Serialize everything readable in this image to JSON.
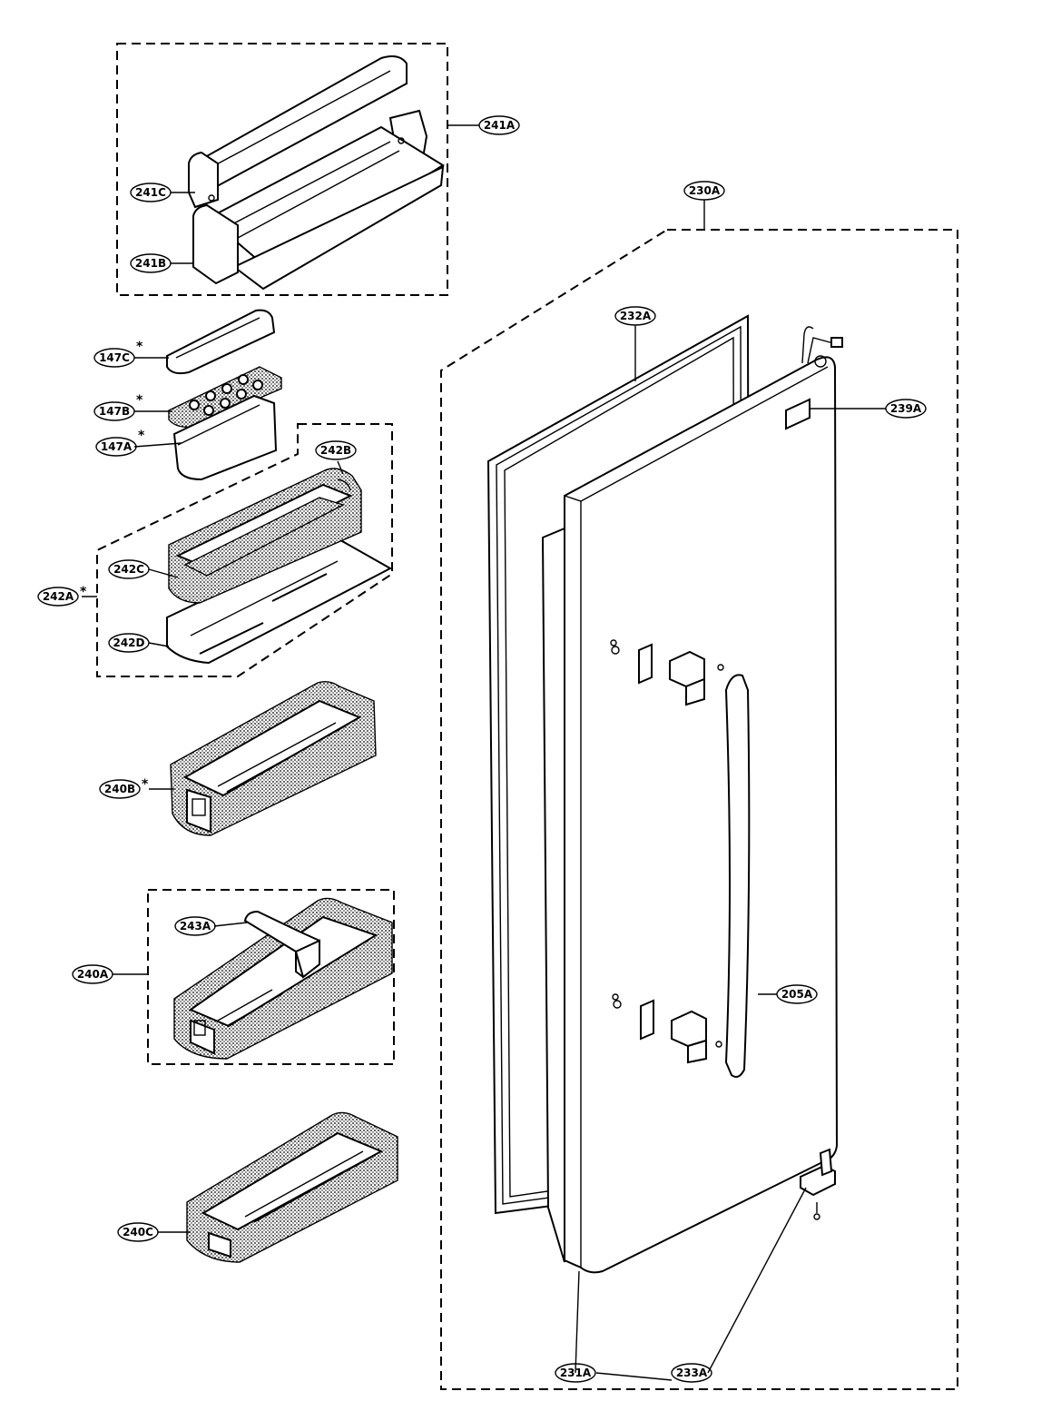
{
  "callouts": {
    "c241A": {
      "text": "241A"
    },
    "c241C": {
      "text": "241C"
    },
    "c241B": {
      "text": "241B"
    },
    "c230A": {
      "text": "230A"
    },
    "c232A": {
      "text": "232A"
    },
    "c239A": {
      "text": "239A"
    },
    "c147C": {
      "text": "147C",
      "star": "*"
    },
    "c147B": {
      "text": "147B",
      "star": "*"
    },
    "c147A": {
      "text": "147A",
      "star": "*"
    },
    "c242B": {
      "text": "242B"
    },
    "c242C": {
      "text": "242C"
    },
    "c242A": {
      "text": "242A",
      "star": "*"
    },
    "c242D": {
      "text": "242D"
    },
    "c240B": {
      "text": "240B",
      "star": "*"
    },
    "c243A": {
      "text": "243A"
    },
    "c240A": {
      "text": "240A"
    },
    "c205A": {
      "text": "205A"
    },
    "c240C": {
      "text": "240C"
    },
    "c231A": {
      "text": "231A"
    },
    "c233A": {
      "text": "233A"
    }
  }
}
